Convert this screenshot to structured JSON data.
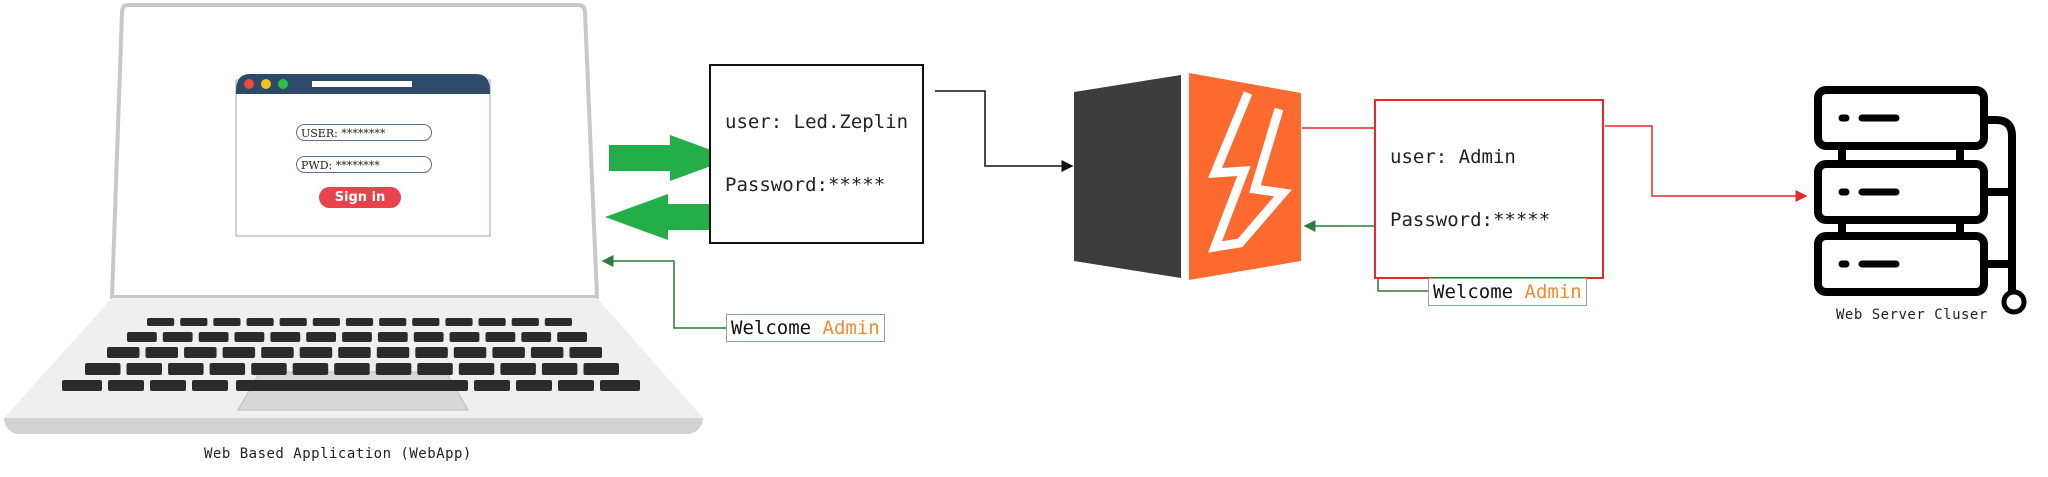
{
  "webapp": {
    "caption": "Web Based Application (WebApp)",
    "login_form": {
      "user_field": "USER: ********",
      "pwd_field": "PWD: ********",
      "signin_label": "Sign in"
    }
  },
  "request_box": {
    "user_line": "user: Led.Zeplin",
    "password_line": "Password:*****"
  },
  "forwarded_box": {
    "user_line": "user: Admin",
    "password_line": "Password:*****"
  },
  "response_proxy": {
    "prefix": "Welcome ",
    "accent": "Admin"
  },
  "response_client": {
    "prefix": "Welcome ",
    "accent": "Admin"
  },
  "server": {
    "caption": "Web Server Cluser"
  },
  "colors": {
    "arrow_green": "#23ae4a",
    "proxy_orange": "#fd6a30",
    "proxy_dark": "#3d3d3d",
    "request_red": "#e62a2a",
    "response_green": "#2f7a3e",
    "accent_orange": "#f28b30",
    "form_header": "#2d4a6b"
  },
  "icons": [
    "laptop-icon",
    "proxy-icon",
    "server-cluster-icon",
    "send-arrow-icon",
    "receive-arrow-icon"
  ]
}
